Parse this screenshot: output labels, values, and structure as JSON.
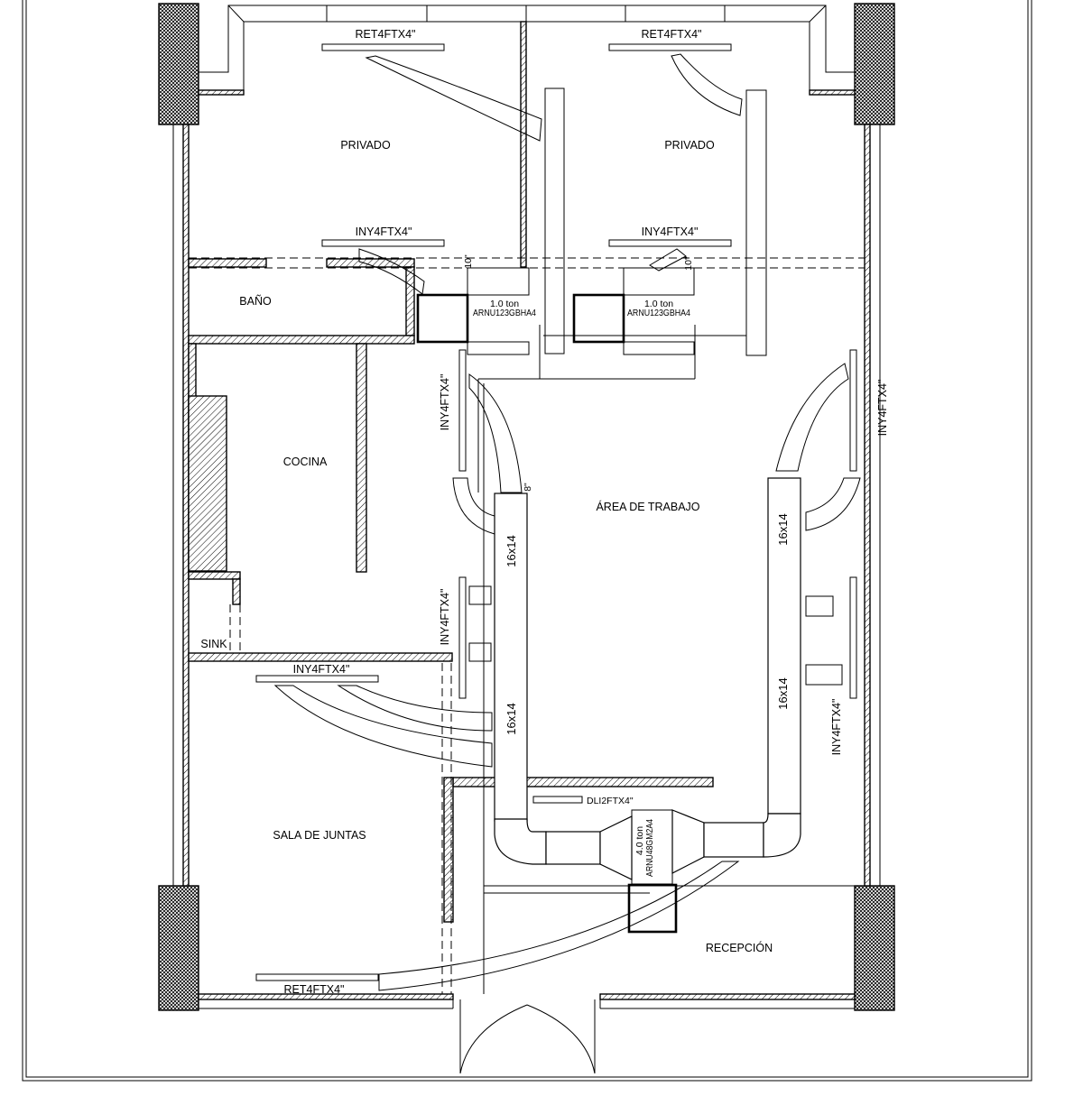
{
  "rooms": {
    "private_left": "PRIVADO",
    "private_right": "PRIVADO",
    "bathroom": "BAÑO",
    "kitchen": "COCINA",
    "sink": "SINK",
    "work_area": "ÁREA DE TRABAJO",
    "meeting_room": "SALA DE JUNTAS",
    "reception": "RECEPCIÓN"
  },
  "grilles": {
    "ret_private_left": "RET4FTX4\"",
    "ret_private_right": "RET4FTX4\"",
    "iny_private_left": "INY4FTX4\"",
    "iny_private_right": "INY4FTX4\"",
    "iny_work_left_top": "INY4FTX4\"",
    "iny_work_left_bottom": "INY4FTX4\"",
    "iny_work_right_top": "INY4FTX4\"",
    "iny_work_right_bottom": "INY4FTX4\"",
    "iny_meeting": "INY4FTX4\"",
    "ret_meeting": "RET4FTX4\"",
    "dli_center": "DLI2FTX4\""
  },
  "units": {
    "unit_left": {
      "capacity": "1.0 ton",
      "model": "ARNU123GBHA4"
    },
    "unit_right": {
      "capacity": "1.0 ton",
      "model": "ARNU123GBHA4"
    },
    "unit_main": {
      "capacity": "4.0 ton",
      "model": "ARNU48GM2A4"
    }
  },
  "ducts": {
    "left_upper": "16x14",
    "left_lower": "16x14",
    "right_upper": "16x14",
    "right_lower": "16x14",
    "branch_left": "10\"",
    "branch_right": "10\"",
    "branch_center": "8\""
  }
}
